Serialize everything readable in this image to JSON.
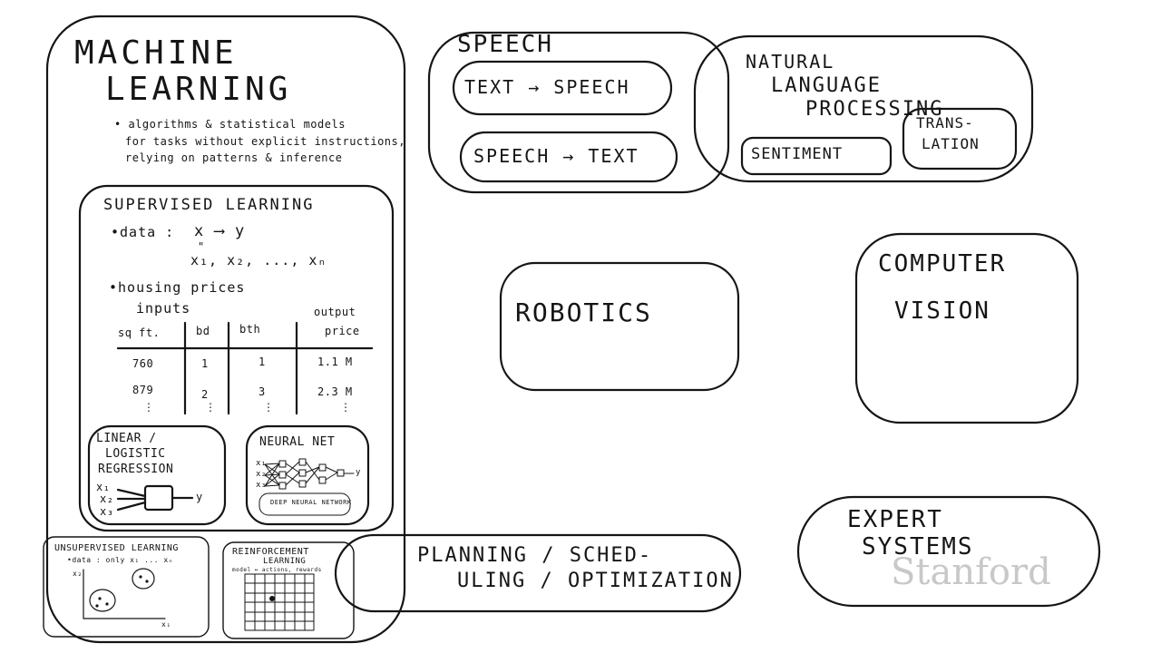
{
  "ml": {
    "title_line1": "MACHINE",
    "title_line2": "LEARNING",
    "desc_line1": "• algorithms & statistical models",
    "desc_line2": "for tasks without explicit instructions,",
    "desc_line3": "relying on patterns & inference"
  },
  "supervised": {
    "title": "SUPERVISED LEARNING",
    "data_label": "•data :",
    "data_expr": "x ⟶ y",
    "equals": "\"",
    "inputs_expr": "x₁, x₂, ..., xₙ",
    "housing": "•housing prices",
    "inputs_label": "inputs",
    "output_label": "output",
    "columns": [
      "sq ft.",
      "bd",
      "bth",
      "price"
    ],
    "rows": [
      [
        "760",
        "1",
        "1",
        "1.1 M"
      ],
      [
        "879",
        "2",
        "3",
        "2.3 M"
      ]
    ],
    "ellipsis": "⋮"
  },
  "linear": {
    "title_line1": "LINEAR /",
    "title_line2": "LOGISTIC",
    "title_line3": "REGRESSION",
    "x1": "x₁",
    "x2": "x₂",
    "x3": "x₃",
    "y": "y"
  },
  "neural": {
    "title": "NEURAL NET",
    "x1": "x₁",
    "x2": "x₂",
    "x3": "x₃",
    "y": "y",
    "caption": "DEEP NEURAL NETWORK"
  },
  "unsupervised": {
    "title": "UNSUPERVISED LEARNING",
    "subtitle": "•data : only x₁ ... xₙ",
    "axis_y": "x₂",
    "axis_x": "x₁"
  },
  "reinforcement": {
    "title_line1": "REINFORCEMENT",
    "title_line2": "LEARNING",
    "subtitle": "model ↔ actions, rewards"
  },
  "speech": {
    "title": "SPEECH",
    "item1": "TEXT → SPEECH",
    "item2": "SPEECH → TEXT"
  },
  "nlp": {
    "title_line1": "NATURAL",
    "title_line2": "LANGUAGE",
    "title_line3": "PROCESSING",
    "item1": "SENTIMENT",
    "item2_line1": "TRANS-",
    "item2_line2": "LATION"
  },
  "robotics": {
    "title": "ROBOTICS"
  },
  "vision": {
    "title_line1": "COMPUTER",
    "title_line2": "VISION"
  },
  "planning": {
    "line1": "PLANNING / SCHED-",
    "line2": "ULING / OPTIMIZATION"
  },
  "expert": {
    "line1": "EXPERT",
    "line2": "SYSTEMS"
  },
  "watermark": "Stanford"
}
